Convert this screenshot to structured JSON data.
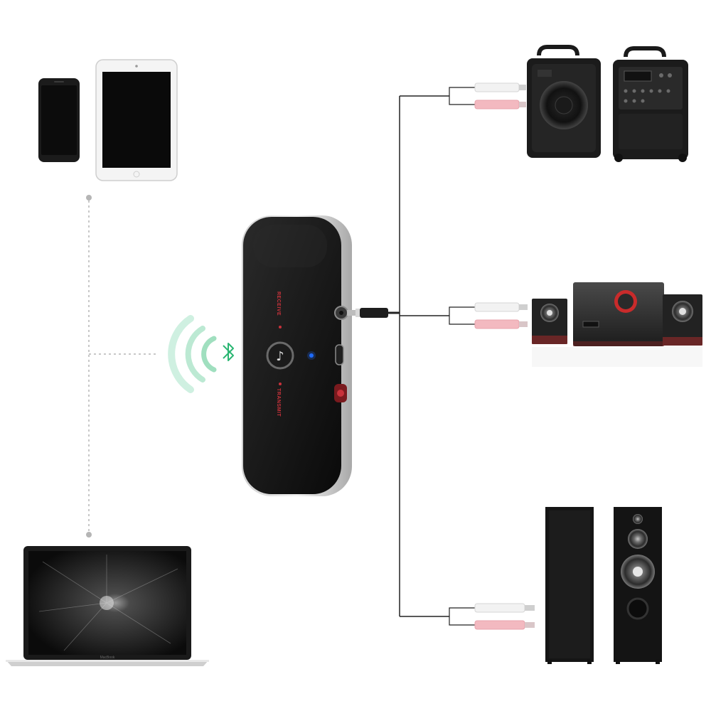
{
  "device": {
    "receive_label": "RECEIVE",
    "transmit_label": "TRANSMIT",
    "led_color": "#1e6bff"
  },
  "laptop": {
    "brand_label": "MacBook"
  },
  "colors": {
    "bluetooth": "#2bb673",
    "wave": "#a8e4c8",
    "rca_white": "#f2f2f2",
    "rca_red": "#f3b9c0",
    "cable": "#222222",
    "dotted_line": "#b5b5b5"
  },
  "icons": [
    "smartphone-icon",
    "tablet-icon",
    "laptop-icon",
    "bluetooth-icon",
    "music-note-icon",
    "pa-speaker-icon",
    "subwoofer-speaker-icon",
    "tower-speaker-icon"
  ]
}
